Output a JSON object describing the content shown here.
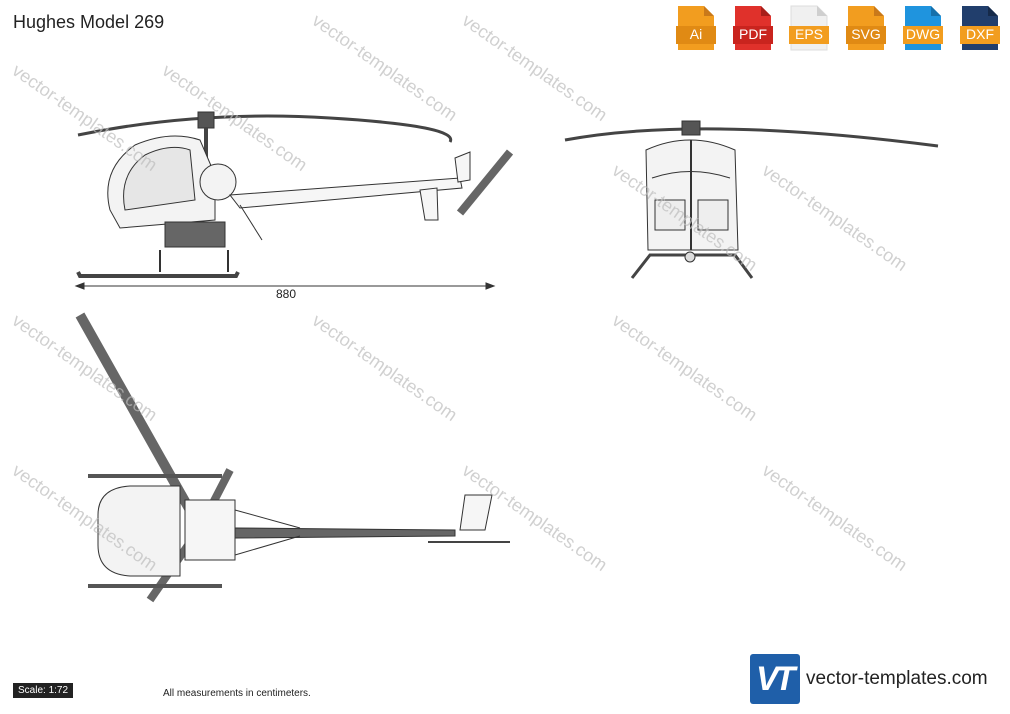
{
  "title": "Hughes Model 269",
  "formats": [
    {
      "label": "Ai",
      "color": "#f29d1f",
      "icon": "ai-file-icon"
    },
    {
      "label": "PDF",
      "color": "#e0312b",
      "icon": "pdf-file-icon"
    },
    {
      "label": "EPS",
      "color": "#f0f0f0",
      "icon": "eps-file-icon"
    },
    {
      "label": "SVG",
      "color": "#f29d1f",
      "icon": "svg-file-icon"
    },
    {
      "label": "DWG",
      "color": "#1f94de",
      "icon": "dwg-file-icon"
    },
    {
      "label": "DXF",
      "color": "#213e6c",
      "icon": "dxf-file-icon"
    }
  ],
  "dimension_label": "880",
  "scale": "Scale: 1:72",
  "measurement_note": "All measurements in centimeters.",
  "brand": {
    "logo_text": "VT",
    "name": "vector-templates.com",
    "color": "#1f5fa9"
  },
  "watermark": "vector-templates.com"
}
